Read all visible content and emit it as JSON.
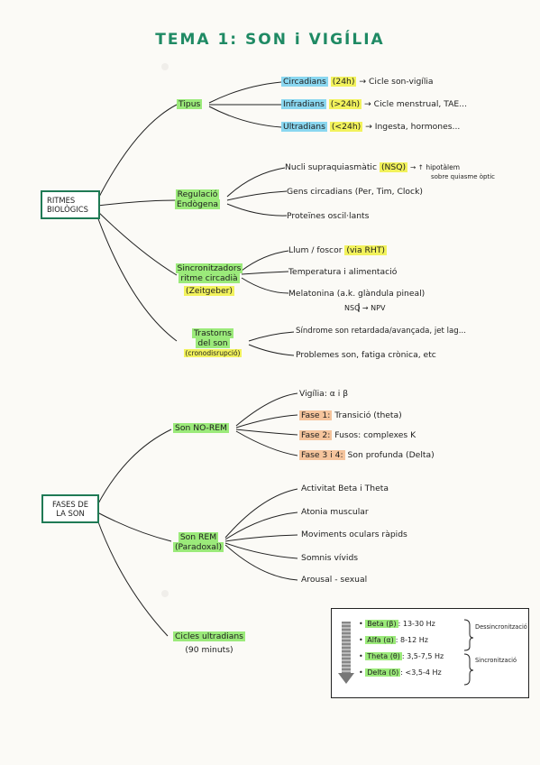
{
  "title": "TEMA 1: SON i VIGÍLIA",
  "colors": {
    "accent": "#1f8a64",
    "green": "#9bea7a",
    "yellow": "#f2f25c",
    "blue": "#8ad7f0",
    "orange": "#f5c49c"
  },
  "ritmes": {
    "root": [
      "RITMES",
      "BIOLÒGICS"
    ],
    "tipus": {
      "label": "Tipus",
      "items": [
        {
          "term": "Circadians",
          "tag": "(24h)",
          "rest": "→ Cicle son-vigília"
        },
        {
          "term": "Infradians",
          "tag": "(>24h)",
          "rest": "→ Cicle menstrual, TAE..."
        },
        {
          "term": "Ultradians",
          "tag": "(<24h)",
          "rest": "→ Ingesta, hormones..."
        }
      ]
    },
    "regulacio": {
      "label": [
        "Regulació",
        "Endògena"
      ],
      "items": [
        {
          "text": "Nucli supraquiasmàtic",
          "tag": "(NSQ)",
          "rest": "→ ↑ hipotàlem"
        },
        {
          "text": "sobre quiasme òptic"
        },
        {
          "text": "Gens circadians (Per, Tim, Clock)"
        },
        {
          "text": "Proteïnes oscil·lants"
        }
      ]
    },
    "sincronitzadors": {
      "label": [
        "Sincronitzadors",
        "ritme circadià",
        "(Zeitgeber)"
      ],
      "items": [
        {
          "text": "Llum / foscor",
          "tag": "(via RHT)"
        },
        {
          "text": "Temperatura i alimentació"
        },
        {
          "text": "Melatonina (a.k. glàndula pineal)"
        },
        {
          "text": "NSQ → NPV"
        }
      ]
    },
    "trastorns": {
      "label": [
        "Trastorns",
        "del son",
        "(cronodisrupció)"
      ],
      "items": [
        {
          "text": "Síndrome son retardada/avançada, jet lag..."
        },
        {
          "text": "Problemes son, fatiga crònica, etc"
        }
      ]
    }
  },
  "fases": {
    "root": [
      "FASES DE",
      "LA SON"
    ],
    "nrem": {
      "label": "Son NO-REM",
      "items": [
        {
          "text": "Vigília: α i β"
        },
        {
          "tag": "Fase 1:",
          "text": "Transició (theta)"
        },
        {
          "tag": "Fase 2:",
          "text": "Fusos: complexes K"
        },
        {
          "tag": "Fase 3 i 4:",
          "text": "Son profunda (Delta)"
        }
      ]
    },
    "rem": {
      "label": [
        "Son REM",
        "(Paradoxal)"
      ],
      "items": [
        {
          "text": "Activitat Beta i Theta"
        },
        {
          "text": "Atonia muscular"
        },
        {
          "text": "Moviments oculars ràpids"
        },
        {
          "text": "Somnis vívids"
        },
        {
          "text": "Arousal - sexual"
        }
      ]
    },
    "cicles": {
      "label": "Cicles ultradians",
      "sub": "(90 minuts)"
    }
  },
  "legend": {
    "waves": [
      {
        "name": "Beta (β)",
        "range": "13-30 Hz"
      },
      {
        "name": "Alfa (α)",
        "range": "8-12 Hz"
      },
      {
        "name": "Theta (θ)",
        "range": "3,5-7,5 Hz"
      },
      {
        "name": "Delta (δ)",
        "range": "<3,5-4 Hz"
      }
    ],
    "desync": "Dessincronització",
    "sync": "Sincronització"
  }
}
